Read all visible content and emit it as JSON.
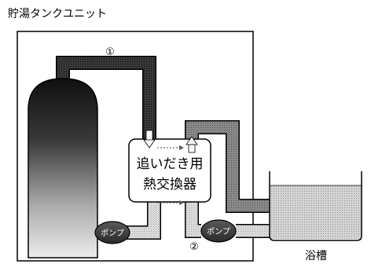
{
  "unit_title": "貯湯タンクユニット",
  "exchanger": {
    "line1": "追いだき用",
    "line2": "熱交換器"
  },
  "pump_left": "ポンプ",
  "pump_right": "ポンプ",
  "circuit_1": "①",
  "circuit_2": "②",
  "bathtub": "浴槽",
  "colors": {
    "ink": "#000000",
    "paper": "#ffffff",
    "dark_pipe": "#1f1f1f",
    "light_pipe": "#c8c8c8",
    "mid_pipe": "#8a8a8a",
    "water": "#bdbdbd"
  }
}
